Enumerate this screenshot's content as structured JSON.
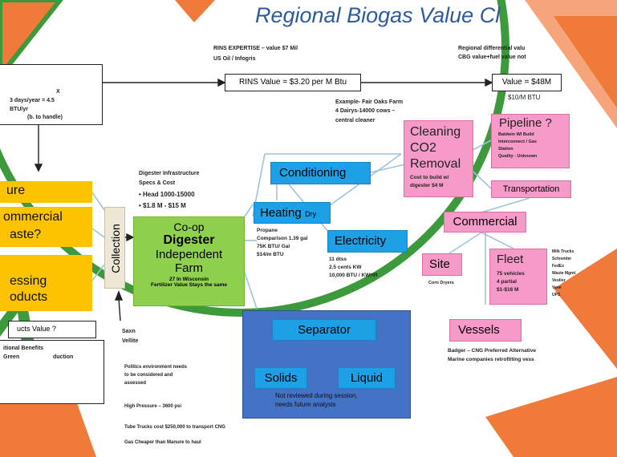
{
  "title": "Regional Biogas Value Cl",
  "rins": {
    "expertise": "RINS EXPERTISE – value $7 Mil",
    "partners": "US Oil   /   Infogris",
    "box_label": "RINS Value = $3.20 per M Btu"
  },
  "regional": {
    "note_line1": "Regional differential valu",
    "note_line2": "CBG value+fuel value not",
    "value_box": "Value = $48M",
    "per_btu": "$10/M BTU"
  },
  "left_note": {
    "line1": "X",
    "line2": "3 days/year = 4.5",
    "line3": "BTU/yr",
    "line4": "(b. to handle)"
  },
  "example": {
    "line1": "Example- Fair Oaks Farm",
    "line2": "4  Dairys-14000 cows –",
    "line3": "central cleaner"
  },
  "cleaning": {
    "line1": "Cleaning",
    "line2": "CO2",
    "line3": "Removal",
    "cost1": "Cost to build  w/",
    "cost2": "digester  $4 M"
  },
  "pipeline": {
    "label": "Pipeline  ?",
    "line1": "Baldwin WI  Build",
    "line2": "Interconnect / Gas",
    "line3": "Station",
    "line4": "Quality - Unknown"
  },
  "transportation": "Transportation",
  "commercial": "Commercial",
  "site": {
    "label": "Site",
    "note": "Corn Dryers"
  },
  "fleet": {
    "label": "Fleet",
    "line1": "75 vehicles",
    "line2": "4 partial",
    "line3": "$1-$16 M",
    "side": [
      "Milk Trucks",
      "Schneider",
      "FedEx",
      "Waste Mgmt",
      "Veolior",
      "Vane",
      "UPS"
    ]
  },
  "vessels": {
    "label": "Vessels",
    "note1": "Badger – CNG Preferred Alternative",
    "note2": "Marine companies retrofitting vess"
  },
  "conditioning": "Conditioning",
  "heating": {
    "label": "Heating",
    "suffix": "Dry"
  },
  "propane": {
    "line1": "Propane",
    "line2": "Comparison  1.39 gal",
    "line3": "75K BTU/ Gal",
    "line4": "$14/m BTU"
  },
  "electricity": {
    "label": "Electricity",
    "line1": "11 dtss",
    "line2": "2.5 cents KW",
    "line3": "10,000 BTU / KWHR"
  },
  "infrastructure": {
    "line1": "Digester Infrastructure",
    "line2": "Specs & Cost",
    "line3": "•  Head  1000-15000",
    "line4": "•  $1.8 M - $15 M"
  },
  "digester": {
    "line1": "Co-op",
    "line2": "Digester",
    "line3": "Independent",
    "line4": "Farm",
    "note1": "27 In Wisconsin",
    "note2": "Fertilizer Value Stays the same"
  },
  "collection": "Collection",
  "inputs": [
    "ure",
    "ommercial",
    "aste?",
    "essing",
    "oducts"
  ],
  "products_value": "ucts Value ?",
  "benefits": {
    "line1": "itional Benefits",
    "line2": "Green",
    "line3": "duction"
  },
  "saxn": {
    "line1": "Saxn",
    "line2": "Vellite"
  },
  "separator": {
    "label": "Separator",
    "solids": "Solids",
    "liquid": "Liquid",
    "note1": "Not reviewed during session,",
    "note2": "needs future analysis"
  },
  "bottom_notes": [
    "Politics environment needs",
    "to be considered and",
    "assessed",
    "High Pressure – 3600 psi",
    "Tube Trucks cost $250,000 to transport  CNG",
    "Gas Cheaper than Manure to haul"
  ],
  "colors": {
    "blue_box": "#1ea0e6",
    "pink_box": "#f59ac9",
    "yellow_box": "#fdc200",
    "green_box": "#8fd14f",
    "separator_bg": "#4472c4",
    "deco_orange": "#f07a3a",
    "deco_green": "#3c9a3c",
    "title_blue": "#2e5b9a"
  }
}
